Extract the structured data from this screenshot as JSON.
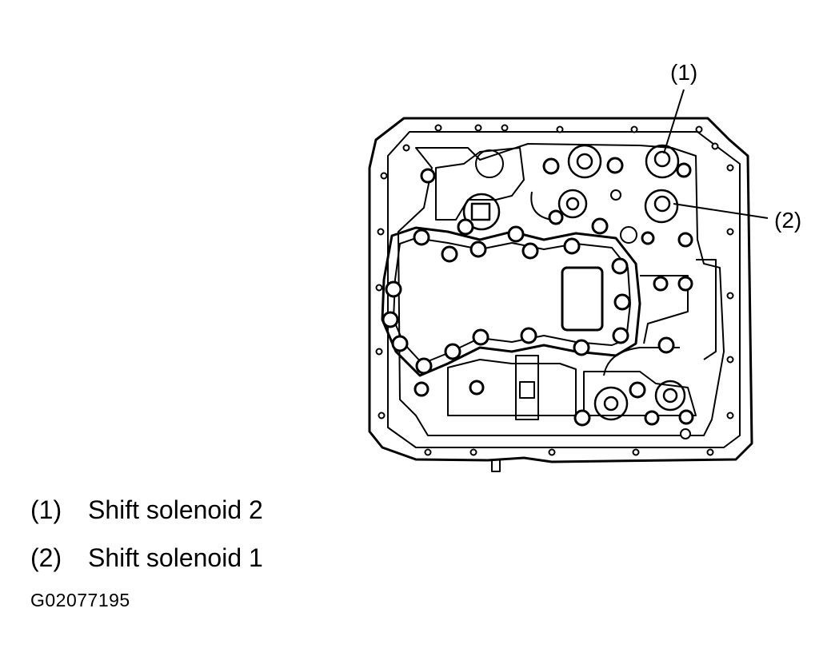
{
  "callouts": [
    {
      "label": "(1)"
    },
    {
      "label": "(2)"
    }
  ],
  "legend": [
    {
      "number": "(1)",
      "text": "Shift solenoid 2"
    },
    {
      "number": "(2)",
      "text": "Shift solenoid 1"
    }
  ],
  "figure_id": "G02077195"
}
